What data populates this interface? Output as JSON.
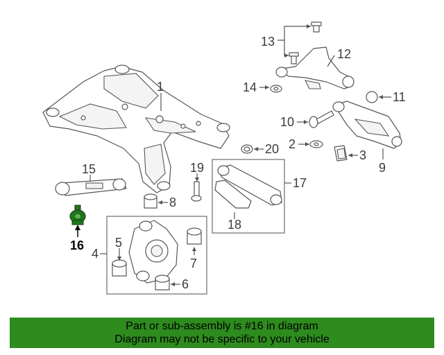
{
  "diagram": {
    "callouts": {
      "c1": "1",
      "c2": "2",
      "c3": "3",
      "c4": "4",
      "c5": "5",
      "c6": "6",
      "c7": "7",
      "c8": "8",
      "c9": "9",
      "c10": "10",
      "c11": "11",
      "c12": "12",
      "c13": "13",
      "c14": "14",
      "c15": "15",
      "c16": "16",
      "c17": "17",
      "c18": "18",
      "c19": "19",
      "c20": "20"
    },
    "highlighted_part": "16",
    "highlight_color": "#1e7a1e"
  },
  "banner": {
    "line1": "Part or sub-assembly is #16 in diagram",
    "line2": "Diagram may not be specific to your vehicle",
    "background": "#2e8b1e"
  }
}
